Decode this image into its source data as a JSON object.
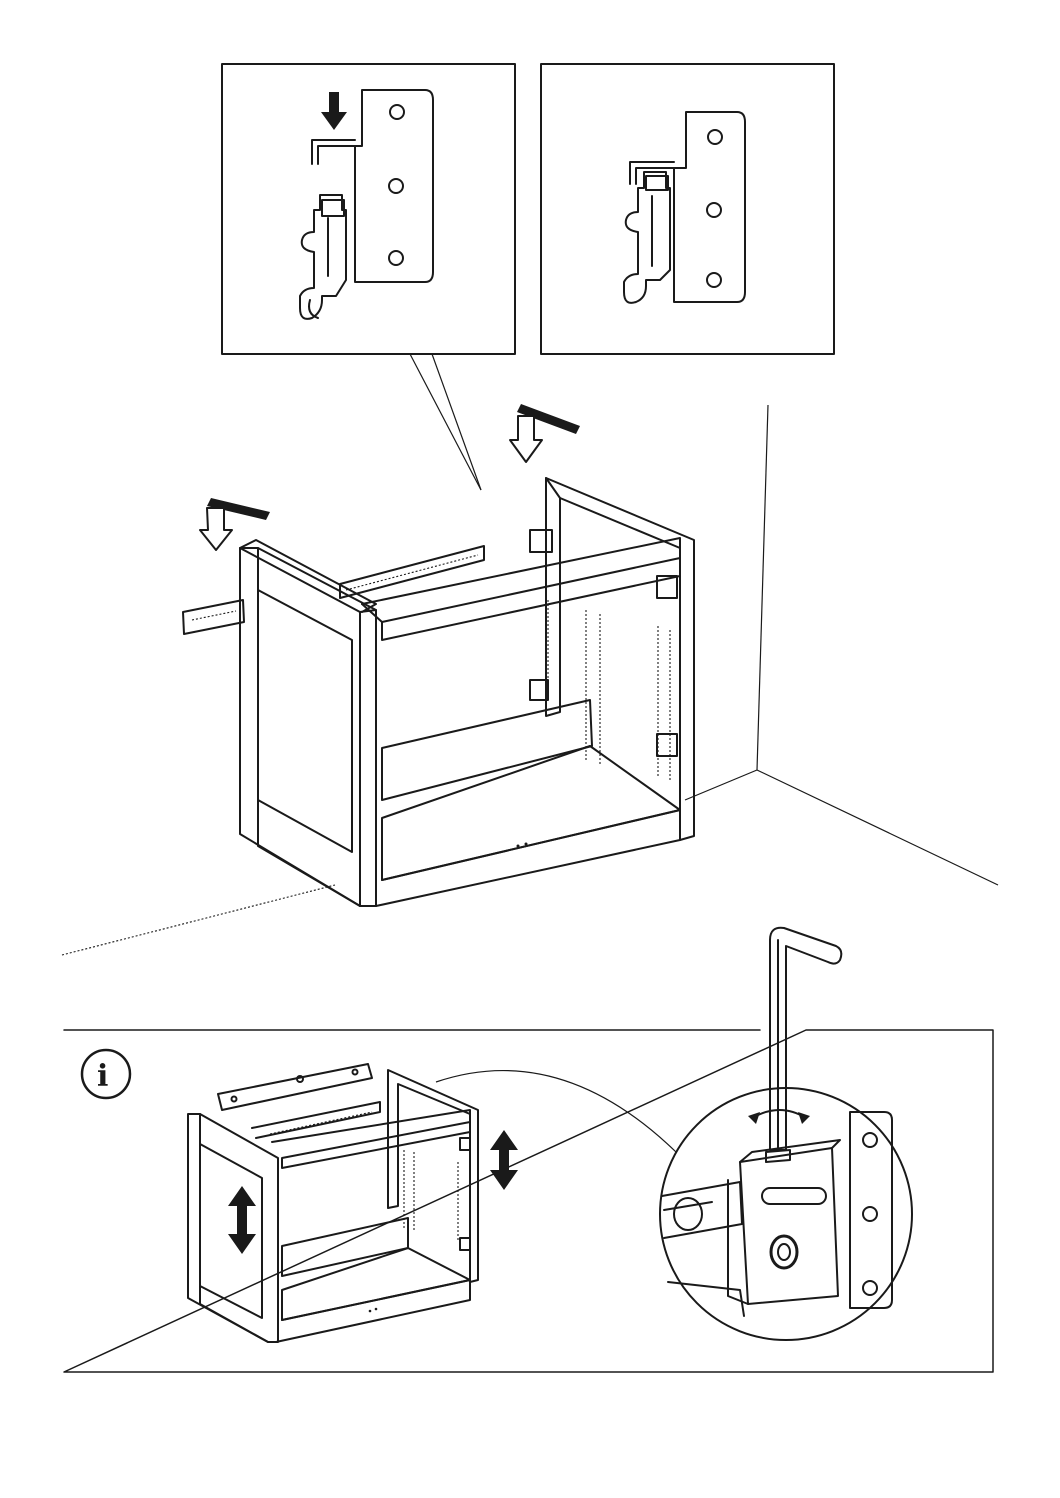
{
  "page": {
    "kind": "assembly-instruction-step",
    "background": "#ffffff",
    "ink_color": "#1a1a1a"
  },
  "detail_panels": [
    {
      "name": "hook-before-hanging",
      "arrow": "down"
    },
    {
      "name": "hook-engaged-on-rail"
    }
  ],
  "main_illustration": {
    "subject": "cabinet-frame-hung-on-wall-rail",
    "motion_arrows": 2
  },
  "info_panel": {
    "icon": "info-icon",
    "icon_letter": "i",
    "tool": "allen-key-icon",
    "adjust_arrows": 2
  }
}
